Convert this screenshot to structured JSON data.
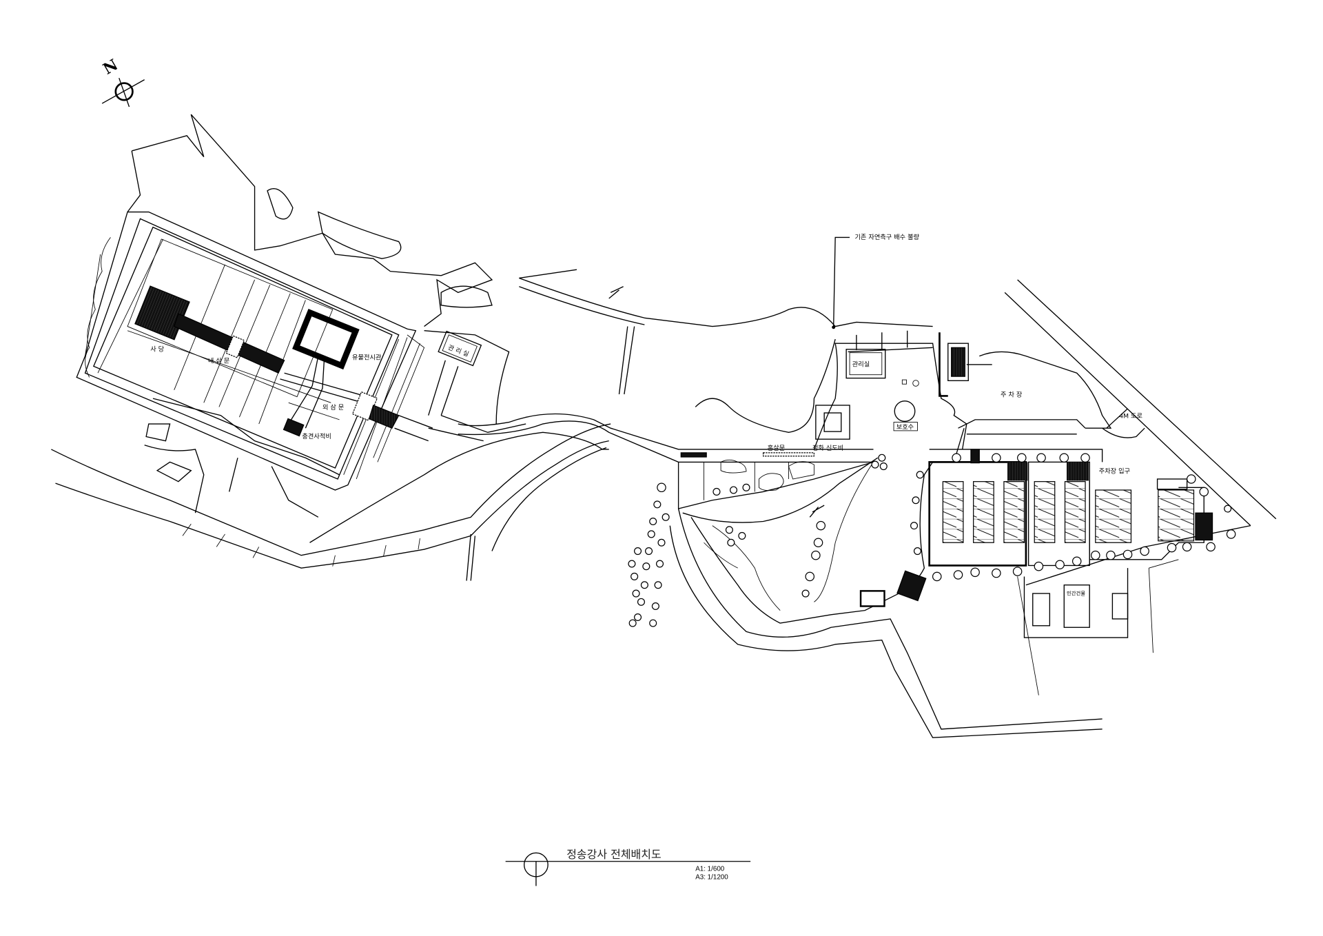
{
  "north_arrow": {
    "label": "N"
  },
  "labels": {
    "shrine": "사 당",
    "inner_gate": "내 삼 문",
    "museum": "유물전시관",
    "outer_gate": "외 삼 문",
    "monument": "충견사적비",
    "office_left": "관 리 실",
    "office_center": "관리실",
    "drainage_note": "기존 자연측구 배수 불량",
    "parking": "주 차 장",
    "protected_tree": "보호수",
    "red_gate": "홍살문",
    "stele": "정화 신도비",
    "road": "4M 도로",
    "parking_entrance": "주차장 입구",
    "private_building": "민간건물"
  },
  "title_block": {
    "title": "정송강사 전체배치도",
    "scale_a1": "A1: 1/600",
    "scale_a3": "A3: 1/1200"
  },
  "colors": {
    "line": "#000000",
    "background": "#ffffff"
  }
}
